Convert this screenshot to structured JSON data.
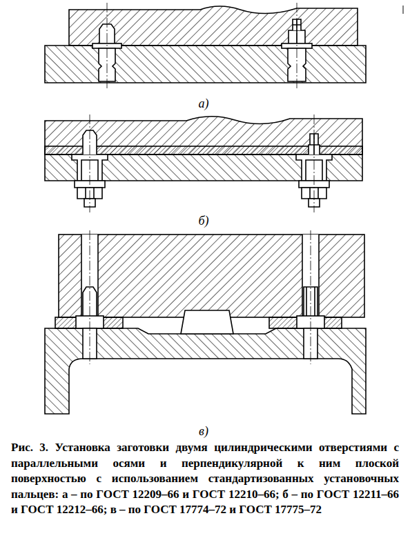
{
  "diagram": {
    "caption": "Рис. 3. Установка заготовки двумя цилиндрическими отверстиями с параллельными осями и перпендикулярной к ним плоской поверхностью с использованием стандартизованных установочных пальцев: а – по ГОСТ 12209–66 и ГОСТ 12210–66; б – по ГОСТ 12211–66 и ГОСТ 12212–66; в – по ГОСТ 17774–72 и ГОСТ 17775–72",
    "labels": [
      "а)",
      "б)",
      "в)"
    ]
  }
}
